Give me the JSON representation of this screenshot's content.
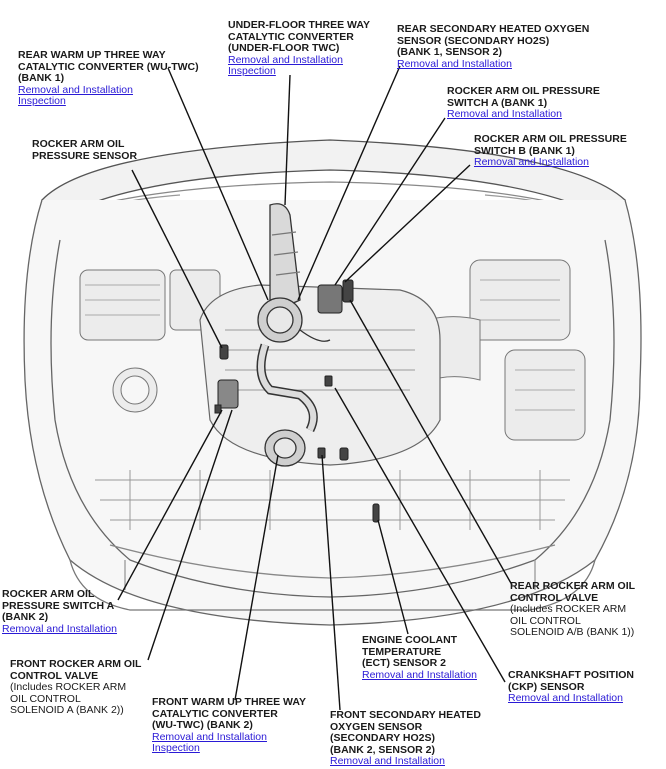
{
  "callouts": {
    "rear_wu_twc": {
      "title": "REAR WARM UP THREE WAY\nCATALYTIC CONVERTER (WU-TWC)\n(BANK 1)",
      "links": [
        "Removal and Installation",
        "Inspection"
      ]
    },
    "under_floor_twc": {
      "title": "UNDER-FLOOR THREE WAY\nCATALYTIC CONVERTER\n(UNDER-FLOOR TWC)",
      "links": [
        "Removal and Installation",
        "Inspection"
      ]
    },
    "rear_secondary_ho2s": {
      "title": "REAR SECONDARY HEATED OXYGEN\nSENSOR (SECONDARY HO2S)\n(BANK 1, SENSOR 2)",
      "links": [
        "Removal and Installation"
      ]
    },
    "rocker_switch_a": {
      "title": "ROCKER ARM OIL PRESSURE\nSWITCH A (BANK 1)",
      "links": [
        "Removal and Installation"
      ]
    },
    "rocker_pressure_sensor": {
      "title": "ROCKER ARM OIL\nPRESSURE SENSOR",
      "links": []
    },
    "rocker_switch_b": {
      "title": "ROCKER ARM OIL PRESSURE\nSWITCH B (BANK 1)",
      "links": [
        "Removal and Installation"
      ]
    },
    "rocker_switch_a_bank2": {
      "title": "ROCKER ARM OIL\nPRESSURE SWITCH A\n(BANK 2)",
      "links": [
        "Removal and Installation"
      ]
    },
    "rear_rocker_valve": {
      "title": "REAR ROCKER ARM OIL\nCONTROL VALVE",
      "note": "(Includes ROCKER ARM\nOIL CONTROL\nSOLENOID A/B (BANK 1))",
      "links": []
    },
    "front_rocker_valve": {
      "title": "FRONT ROCKER ARM OIL\nCONTROL VALVE",
      "note": "(Includes ROCKER ARM\nOIL CONTROL\nSOLENOID A (BANK 2))",
      "links": []
    },
    "ect_sensor": {
      "title": "ENGINE COOLANT\nTEMPERATURE\n(ECT) SENSOR 2",
      "links": [
        "Removal and Installation"
      ]
    },
    "ckp_sensor": {
      "title": "CRANKSHAFT POSITION\n(CKP) SENSOR",
      "links": [
        "Removal and Installation"
      ]
    },
    "front_wu_twc": {
      "title": "FRONT WARM UP THREE WAY\nCATALYTIC CONVERTER\n(WU-TWC) (BANK 2)",
      "links": [
        "Removal and Installation",
        "Inspection"
      ]
    },
    "front_secondary_ho2s": {
      "title": "FRONT SECONDARY HEATED\nOXYGEN SENSOR\n(SECONDARY HO2S)\n(BANK 2, SENSOR 2)",
      "links": [
        "Removal and Installation"
      ]
    }
  }
}
